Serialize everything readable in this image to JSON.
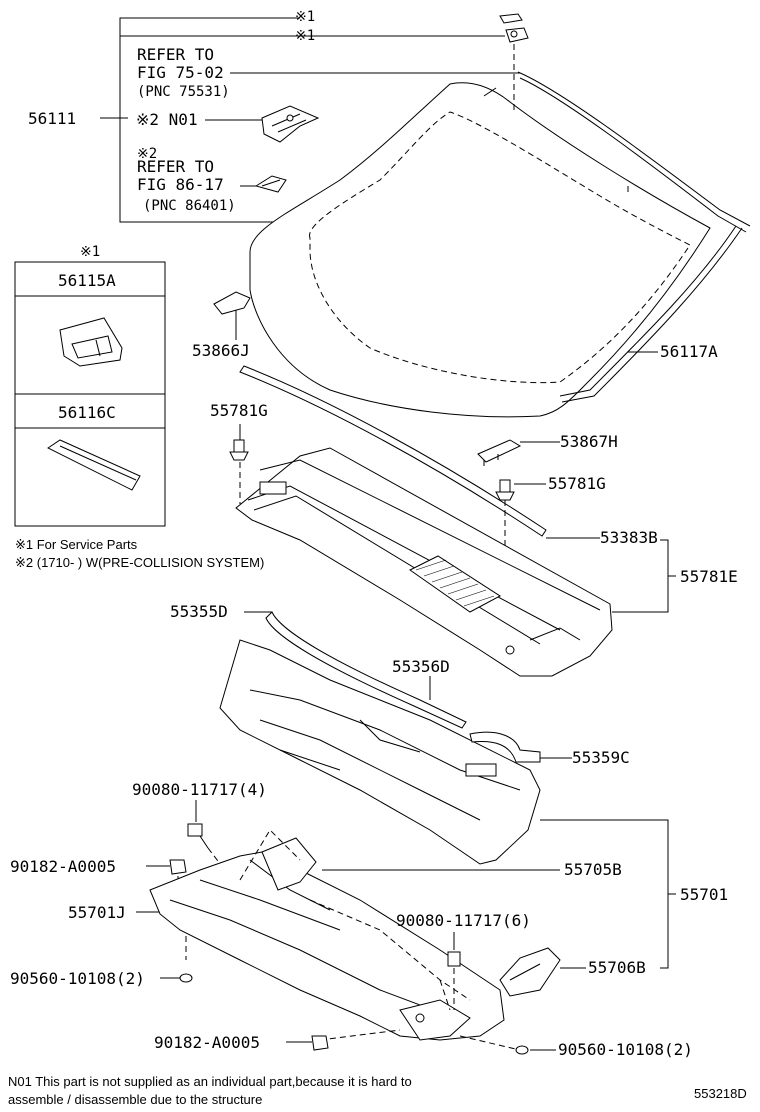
{
  "labels": {
    "mark1_top": "※1",
    "mark1_second": "※1",
    "refer1_line1": "REFER TO",
    "refer1_line2": "FIG 75-02",
    "refer1_line3": "(PNC 75531)",
    "p56111": "56111",
    "mark2_n01": "※2 N01",
    "mark2": "※2",
    "refer2_line1": "REFER TO",
    "refer2_line2": "FIG 86-17",
    "refer2_line3": "(PNC 86401)",
    "box_mark": "※1",
    "p56115A": "56115A",
    "p56116C": "56116C",
    "p53866J": "53866J",
    "p56117A": "56117A",
    "p55781G_left": "55781G",
    "p53867H": "53867H",
    "p55781G_right": "55781G",
    "p53383B": "53383B",
    "p55781E": "55781E",
    "p55355D": "55355D",
    "p55356D": "55356D",
    "p55359C": "55359C",
    "p90080_4": "90080-11717(4)",
    "p90182_top": "90182-A0005",
    "p55705B": "55705B",
    "p55701": "55701",
    "p55701J": "55701J",
    "p90080_6": "90080-11717(6)",
    "p90560_left": "90560-10108(2)",
    "p55706B": "55706B",
    "p90182_bottom": "90182-A0005",
    "p90560_right": "90560-10108(2)"
  },
  "notes": {
    "service_parts": "※1 For Service Parts",
    "precollision": "※2 (1710-      ) W(PRE-COLLISION SYSTEM)",
    "n01_line1": "N01  This part is not supplied as an individual part,because it is hard to",
    "n01_line2": "assemble / disassemble due to the structure",
    "diagram_id": "553218D"
  }
}
